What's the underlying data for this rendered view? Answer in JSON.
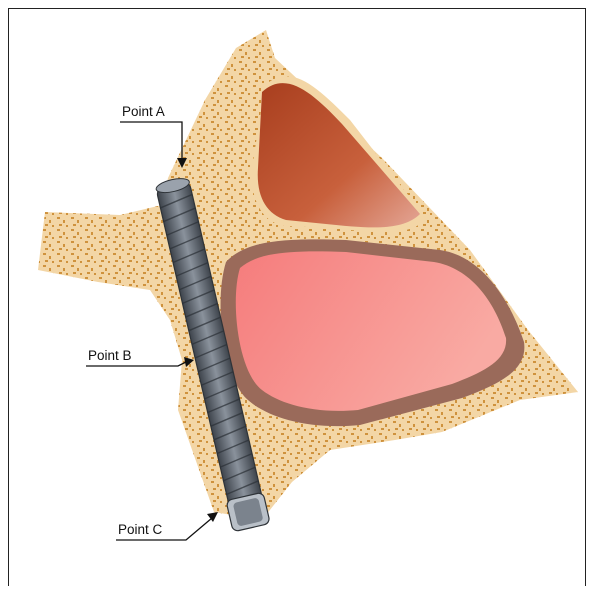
{
  "labels": {
    "point_a": "Point A",
    "point_b": "Point B",
    "point_c": "Point C"
  },
  "colors": {
    "bone": "#f3d6a6",
    "bone_speckle": "#c9862a",
    "upper_chamber": "#c0502c",
    "lower_cavity": "#f58a85",
    "cavity_rim": "#9a6a5a",
    "implant": "#5f6670"
  }
}
